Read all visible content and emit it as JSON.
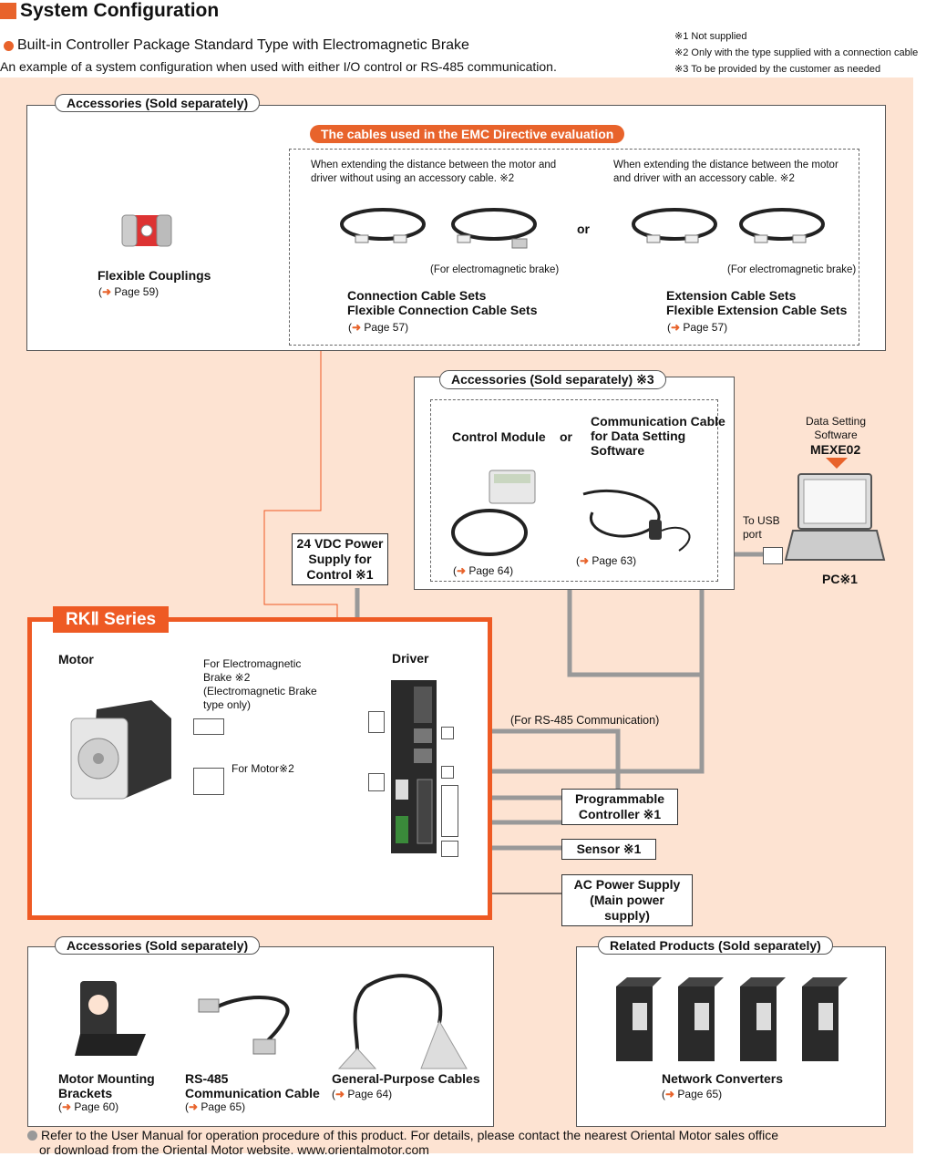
{
  "header": {
    "title": "System Configuration",
    "subtitle": "Built-in Controller Package Standard Type with Electromagnetic Brake",
    "description": "An example of a system configuration when used with either I/O control or RS-485 communication."
  },
  "notes": [
    "※1 Not supplied",
    "※2 Only with the type supplied with a connection cable",
    "※3 To be provided by the customer as needed"
  ],
  "top_accessories": {
    "tab": "Accessories (Sold separately)",
    "coupling": {
      "label": "Flexible Couplings",
      "page": "Page 59"
    },
    "emc_tab": "The cables used in the EMC Directive evaluation",
    "left_note": "When extending the distance between the motor and driver without using an accessory cable. ※2",
    "right_note": "When extending the distance between the motor and driver with an accessory cable. ※2",
    "or": "or",
    "brake_note": "(For electromagnetic brake)",
    "conn_label": [
      "Connection Cable Sets",
      "Flexible Connection Cable Sets"
    ],
    "conn_page": "Page 57",
    "ext_label": [
      "Extension Cable Sets",
      "Flexible Extension Cable Sets"
    ],
    "ext_page": "Page 57"
  },
  "mid_accessories": {
    "tab": "Accessories (Sold separately) ※3",
    "control_module": "Control Module",
    "or": "or",
    "comm_cable": [
      "Communication Cable",
      "for Data Setting",
      "Software"
    ],
    "page_left": "Page 64",
    "page_right": "Page 63"
  },
  "pc": {
    "software": [
      "Data Setting",
      "Software"
    ],
    "software_name": "MEXE02",
    "usb": [
      "To USB",
      "port"
    ],
    "label": "PC※1"
  },
  "power24": [
    "24 VDC Power",
    "Supply for",
    "Control ※1"
  ],
  "rk": {
    "series": "RKⅡ Series",
    "motor": "Motor",
    "driver": "Driver",
    "brake_note": [
      "For Electromagnetic",
      "Brake ※2",
      "(Electromagnetic Brake",
      "type only)"
    ],
    "motor_note": "For Motor※2",
    "rs485": "(For RS-485 Communication)"
  },
  "programmable": [
    "Programmable",
    "Controller ※1"
  ],
  "sensor": "Sensor ※1",
  "ac_power": [
    "AC Power Supply",
    "(Main power supply)"
  ],
  "bottom_accessories": {
    "tab": "Accessories (Sold separately)",
    "items": [
      {
        "label": [
          "Motor Mounting",
          "Brackets"
        ],
        "page": "Page 60"
      },
      {
        "label": [
          "RS-485",
          "Communication Cable"
        ],
        "page": "Page 65"
      },
      {
        "label": [
          "General-Purpose Cables"
        ],
        "page": "Page 64"
      }
    ]
  },
  "related": {
    "tab": "Related Products (Sold separately)",
    "label": "Network Converters",
    "page": "Page 65"
  },
  "footer": [
    "Refer to the User Manual for operation procedure of this product. For details, please contact the nearest Oriental Motor sales office",
    "or download from the Oriental Motor website. www.orientalmotor.com"
  ],
  "colors": {
    "accent": "#e8632b",
    "background": "#fde3d2",
    "wire": "#999999"
  }
}
